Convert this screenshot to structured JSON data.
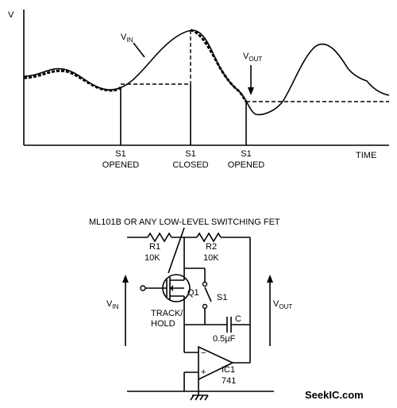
{
  "waveform": {
    "axis_v": "V",
    "axis_time": "TIME",
    "vin": {
      "main": "V",
      "sub": "IN"
    },
    "vout": {
      "main": "V",
      "sub": "OUT"
    },
    "events": [
      {
        "line1": "S1",
        "line2": "OPENED"
      },
      {
        "line1": "S1",
        "line2": "CLOSED"
      },
      {
        "line1": "S1",
        "line2": "OPENED"
      }
    ]
  },
  "circuit": {
    "fet_note": "ML101B OR ANY LOW-LEVEL SWITCHING FET",
    "r1": {
      "name": "R1",
      "value": "10K"
    },
    "r2": {
      "name": "R2",
      "value": "10K"
    },
    "q1": "Q1",
    "s1": "S1",
    "c": {
      "name": "C",
      "value": "0.5μF"
    },
    "ic": {
      "name": "IC1",
      "part": "741"
    },
    "track_hold": {
      "line1": "TRACK/",
      "line2": "HOLD"
    },
    "vin": {
      "main": "V",
      "sub": "IN"
    },
    "vout": {
      "main": "V",
      "sub": "OUT"
    },
    "opamp_minus": "−",
    "opamp_plus": "+"
  },
  "watermark": "SeekIC.com"
}
